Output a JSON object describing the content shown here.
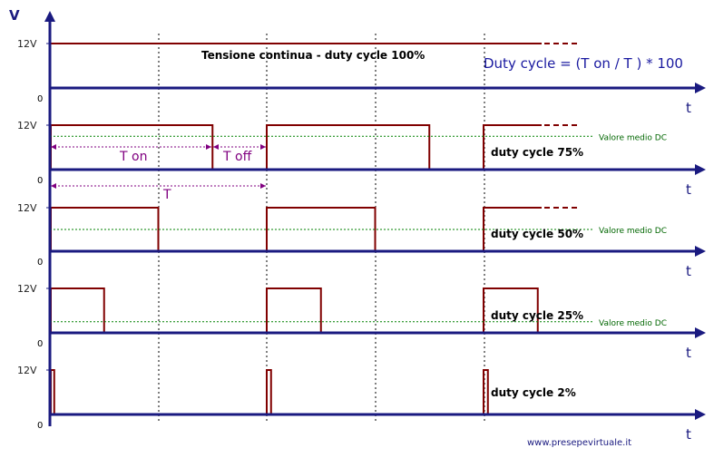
{
  "labels": {
    "v_axis": "V",
    "t_axis": "t",
    "level_12v": "12V",
    "zero": "0",
    "t_on": "T on",
    "t_off": "T off",
    "period": "T",
    "mean_dc": "Valore medio DC",
    "formula": "Duty cycle = (T on / T ) * 100",
    "site": "www.presepevirtuale.it"
  },
  "panels": [
    {
      "caption": "Tensione continua - duty cycle 100%",
      "duty": 1.0,
      "show_mean": false
    },
    {
      "caption": "duty cycle 75%",
      "duty": 0.75,
      "show_mean": true
    },
    {
      "caption": "duty cycle 50%",
      "duty": 0.5,
      "show_mean": true
    },
    {
      "caption": "duty cycle 25%",
      "duty": 0.25,
      "show_mean": true
    },
    {
      "caption": "duty cycle 2%",
      "duty": 0.02,
      "show_mean": false
    }
  ],
  "colors": {
    "axis": "#1a1a80",
    "signal": "#800000",
    "mean": "#008000",
    "marker": "#800080",
    "grid": "#000000"
  }
}
